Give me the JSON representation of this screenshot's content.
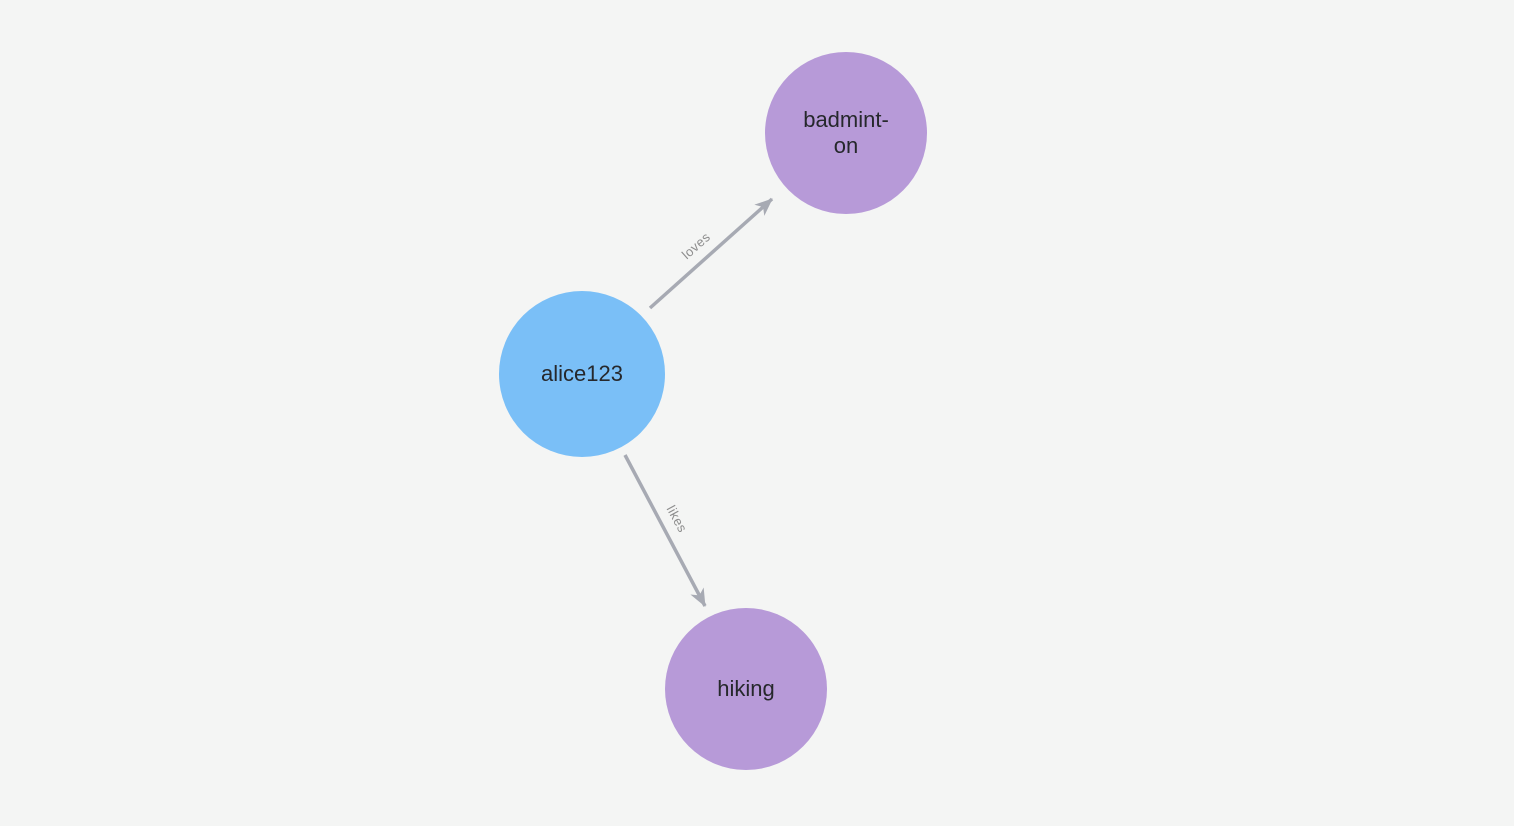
{
  "canvas": {
    "background_color": "#f4f5f4"
  },
  "graph": {
    "nodes": [
      {
        "id": "alice123",
        "caption": "alice123",
        "color": "#7abff7",
        "text_color": "#26282c"
      },
      {
        "id": "badminton",
        "caption": "badmint-\non",
        "color": "#b79ad8",
        "text_color": "#26282c"
      },
      {
        "id": "hiking",
        "caption": "hiking",
        "color": "#b79ad8",
        "text_color": "#26282c"
      }
    ],
    "edges": [
      {
        "label": "loves",
        "from": "alice123",
        "to": "badminton",
        "color": "#a7aab3",
        "label_color": "#8d8d8d"
      },
      {
        "label": "likes",
        "from": "alice123",
        "to": "hiking",
        "color": "#a7aab3",
        "label_color": "#8d8d8d"
      }
    ]
  }
}
